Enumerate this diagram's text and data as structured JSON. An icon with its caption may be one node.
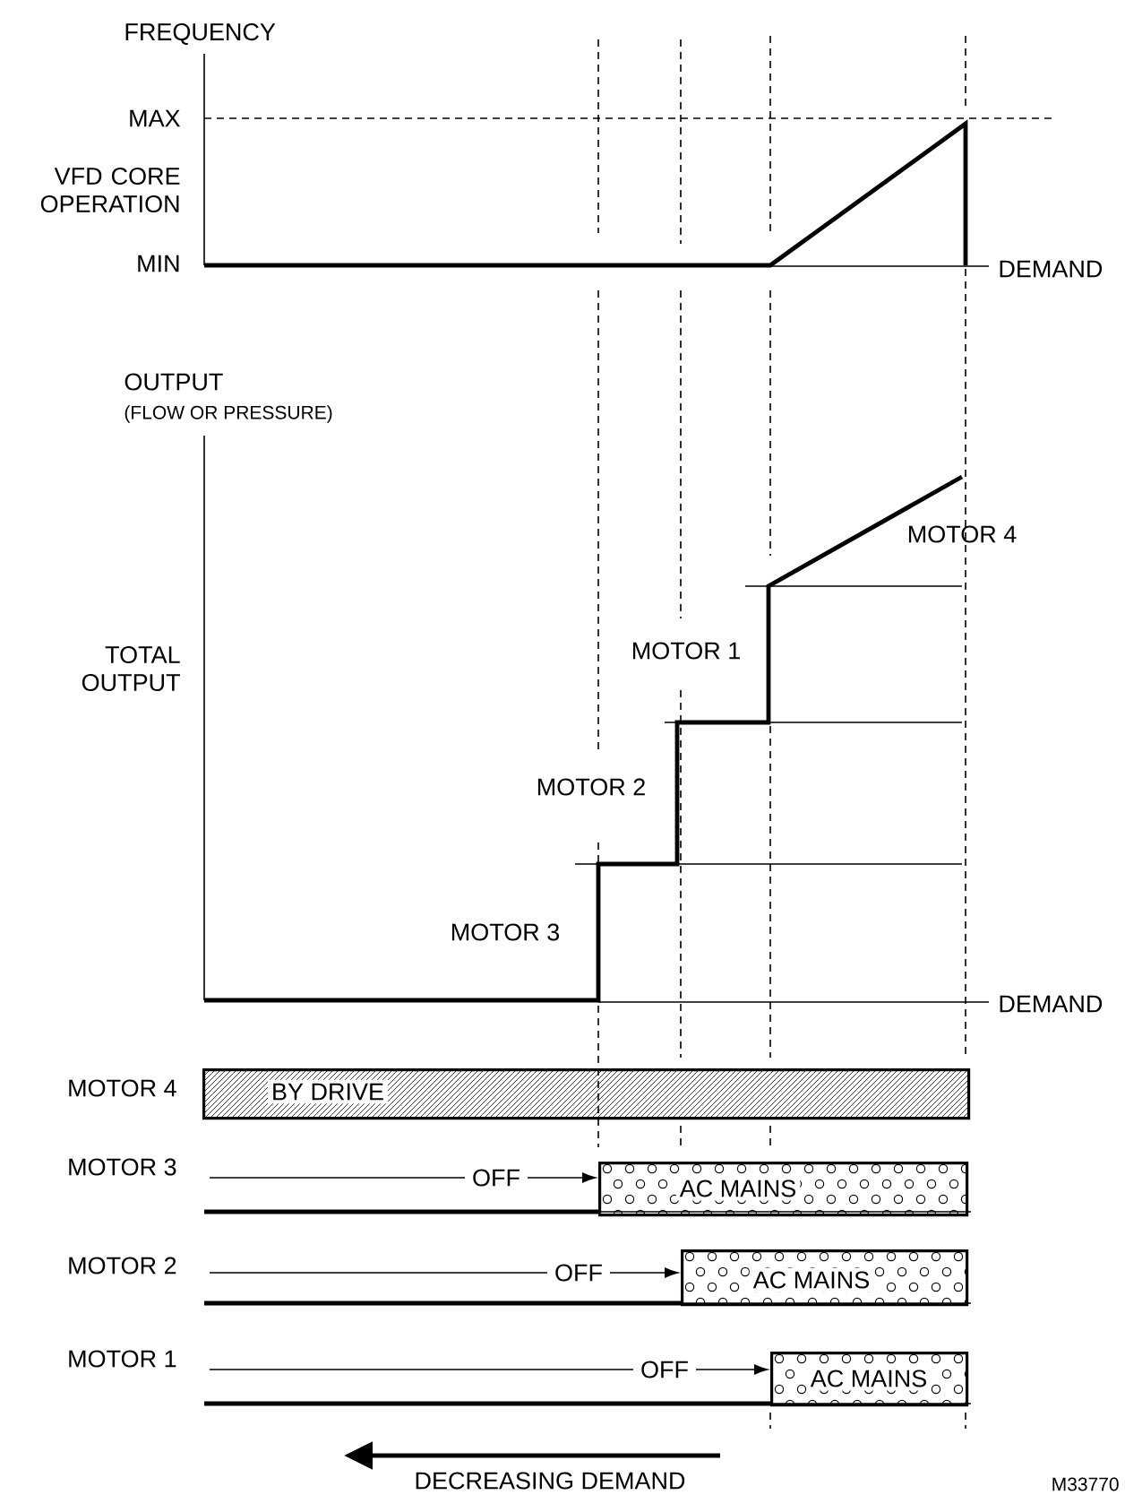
{
  "diagram": {
    "nodes": [
      {
        "text": [
          "BY DRIVE"
        ]
      },
      {
        "text": [
          "AC MAINS"
        ]
      },
      {
        "text": [
          "AC MAINS"
        ]
      },
      {
        "text": [
          "AC MAINS"
        ]
      }
    ],
    "edges": [
      {
        "from": null,
        "to": 1,
        "arrow": "to",
        "label": "OFF"
      },
      {
        "from": null,
        "to": 2,
        "arrow": "to",
        "label": "OFF"
      },
      {
        "from": null,
        "to": 3,
        "arrow": "to",
        "label": "OFF"
      }
    ],
    "labels": [
      "FREQUENCY",
      "MAX",
      "VFD CORE OPERATION",
      "MIN",
      "DEMAND",
      "OUTPUT",
      "(FLOW OR PRESSURE)",
      "MOTOR 4",
      "TOTAL OUTPUT",
      "MOTOR 1",
      "MOTOR 2",
      "MOTOR 3",
      "DEMAND",
      "MOTOR 4",
      "MOTOR 3",
      "MOTOR 2",
      "MOTOR 1",
      "DECREASING DEMAND",
      "M33770"
    ]
  }
}
